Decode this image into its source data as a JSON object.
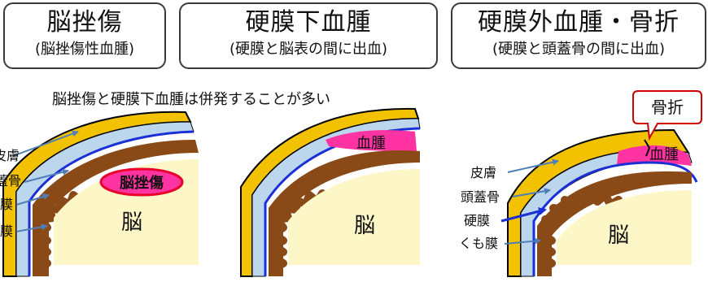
{
  "panels": [
    {
      "title": "脳挫傷",
      "subtitle": "(脳挫傷性血腫)"
    },
    {
      "title": "硬膜下血腫",
      "subtitle": "(硬膜と脳表の間に出血)"
    },
    {
      "title": "硬膜外血腫・骨折",
      "subtitle": "(硬膜と頭蓋骨の間に出血)"
    }
  ],
  "note": "脳挫傷と硬膜下血腫は併発することが多い",
  "diagram1": {
    "labels": [
      "皮膚",
      "蓋骨",
      "膜",
      "膜"
    ],
    "lesion": "脳挫傷",
    "brain": "脳"
  },
  "diagram2": {
    "lesion": "血腫",
    "brain": "脳"
  },
  "diagram3": {
    "labels": [
      "皮膚",
      "頭蓋骨",
      "硬膜",
      "くも膜"
    ],
    "lesion": "血腫",
    "callout": "骨折",
    "brain": "脳"
  },
  "colors": {
    "skin": "#f2c100",
    "skull": "#bcd6ee",
    "dura": "#1a2fd6",
    "cortex": "#8a4a18",
    "brain": "#fdf6c6",
    "hematoma": "#ff33a1",
    "contusion_border": "#e8002d",
    "callout_border": "#cc0000"
  }
}
